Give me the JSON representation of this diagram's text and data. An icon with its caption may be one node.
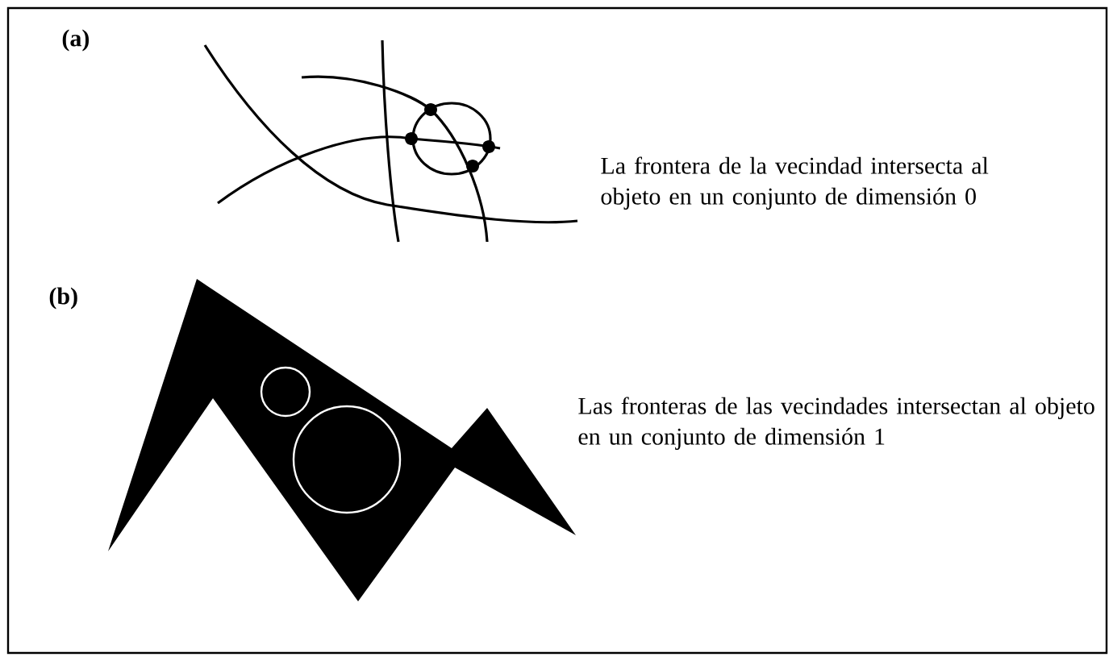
{
  "diagram": {
    "labels": [
      "(a)",
      "La frontera de la vecindad intersecta al objeto en un conjunto de dimensión 0",
      "(b)",
      "Las fronteras de las vecindades intersectan al objeto en un conjunto de dimensión 1"
    ]
  }
}
